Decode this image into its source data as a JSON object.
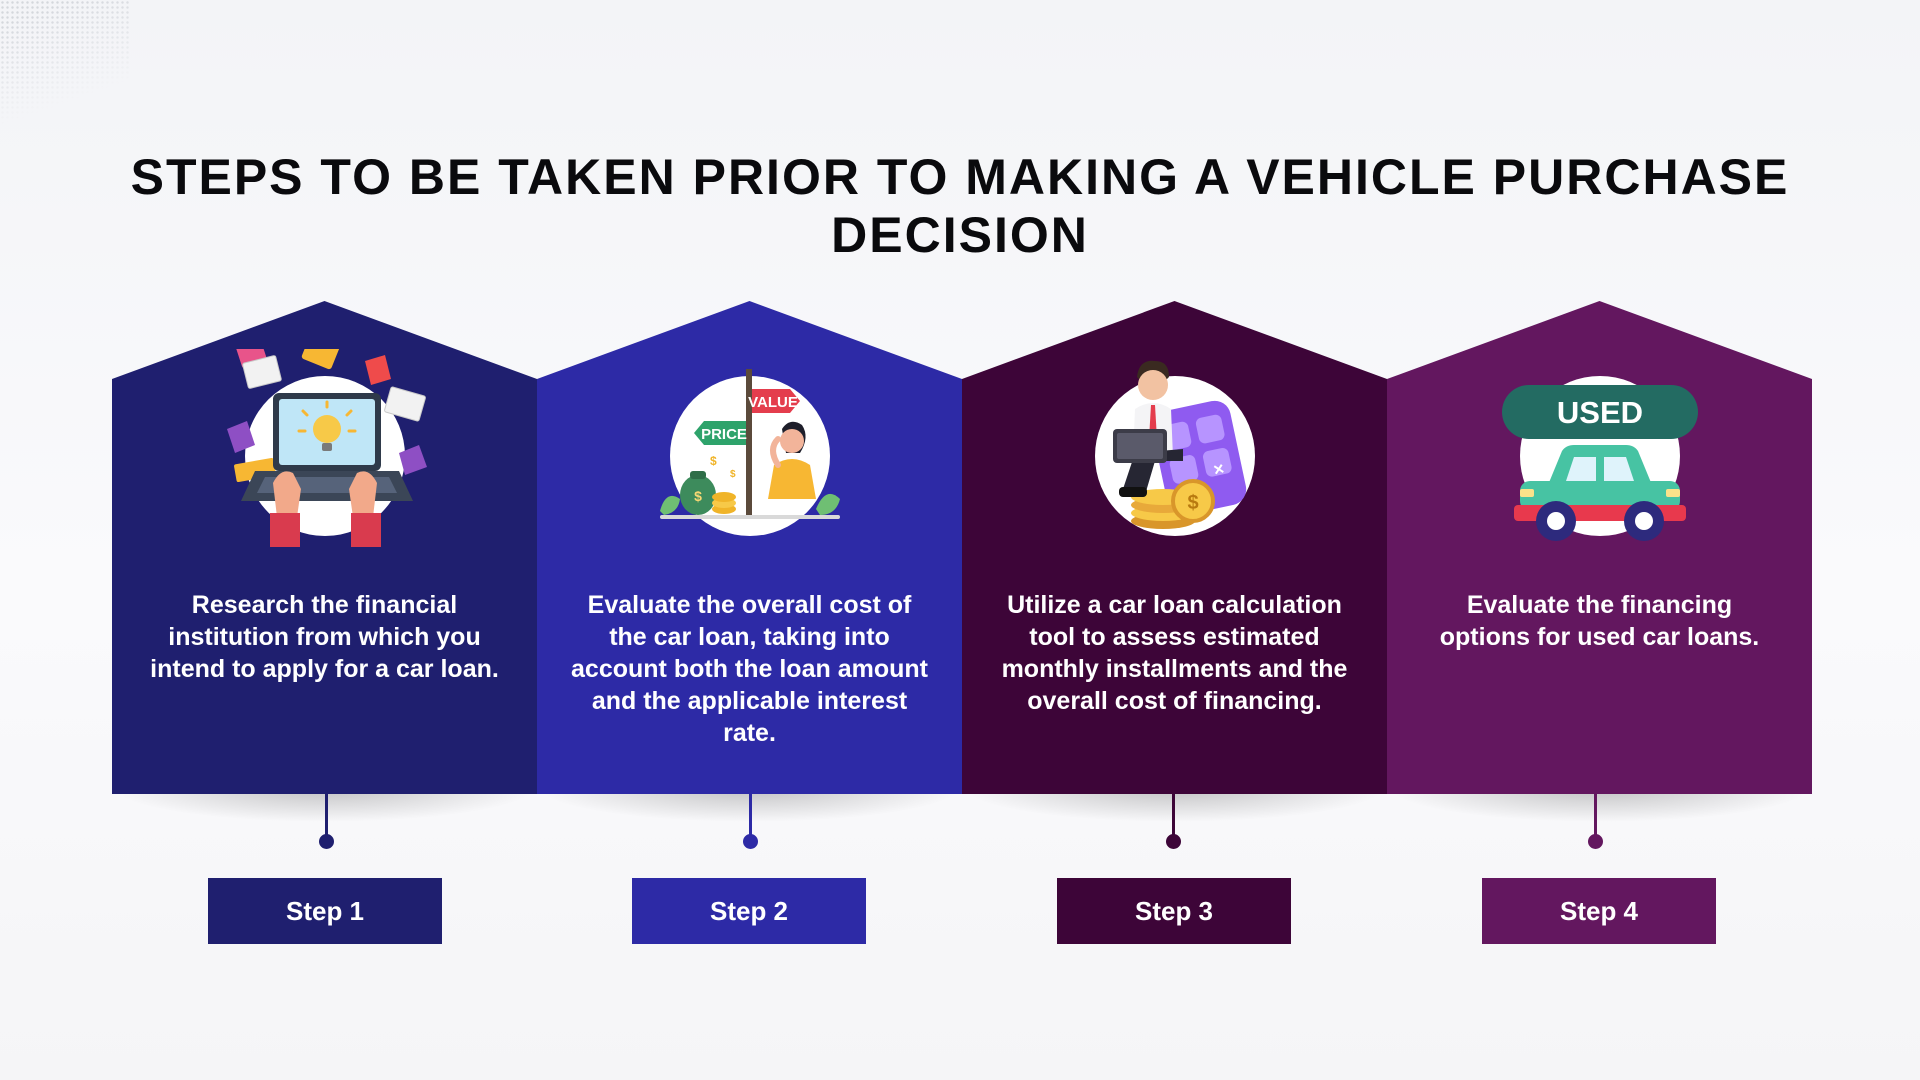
{
  "title": "STEPS TO BE TAKEN PRIOR TO MAKING A VEHICLE PURCHASE DECISION",
  "colors": {
    "step1": "#1f1f6f",
    "step2": "#2d2aa6",
    "step3": "#3d0538",
    "step4": "#63175f"
  },
  "steps": [
    {
      "label": "Step 1",
      "text": "Research the financial institution from which you intend to apply for a car loan.",
      "icon": "laptop-research-icon"
    },
    {
      "label": "Step 2",
      "text": "Evaluate the overall cost of the car loan, taking into account both the loan amount and the applicable interest rate.",
      "icon": "price-value-sign-icon",
      "sign_labels": [
        "PRICE",
        "VALUE"
      ]
    },
    {
      "label": "Step 3",
      "text": "Utilize a car loan calculation tool to assess estimated monthly installments and the overall cost of financing.",
      "icon": "calculator-coins-icon",
      "coin_symbol": "$"
    },
    {
      "label": "Step 4",
      "text": "Evaluate the financing options for used car loans.",
      "icon": "used-car-icon",
      "badge": "USED"
    }
  ]
}
